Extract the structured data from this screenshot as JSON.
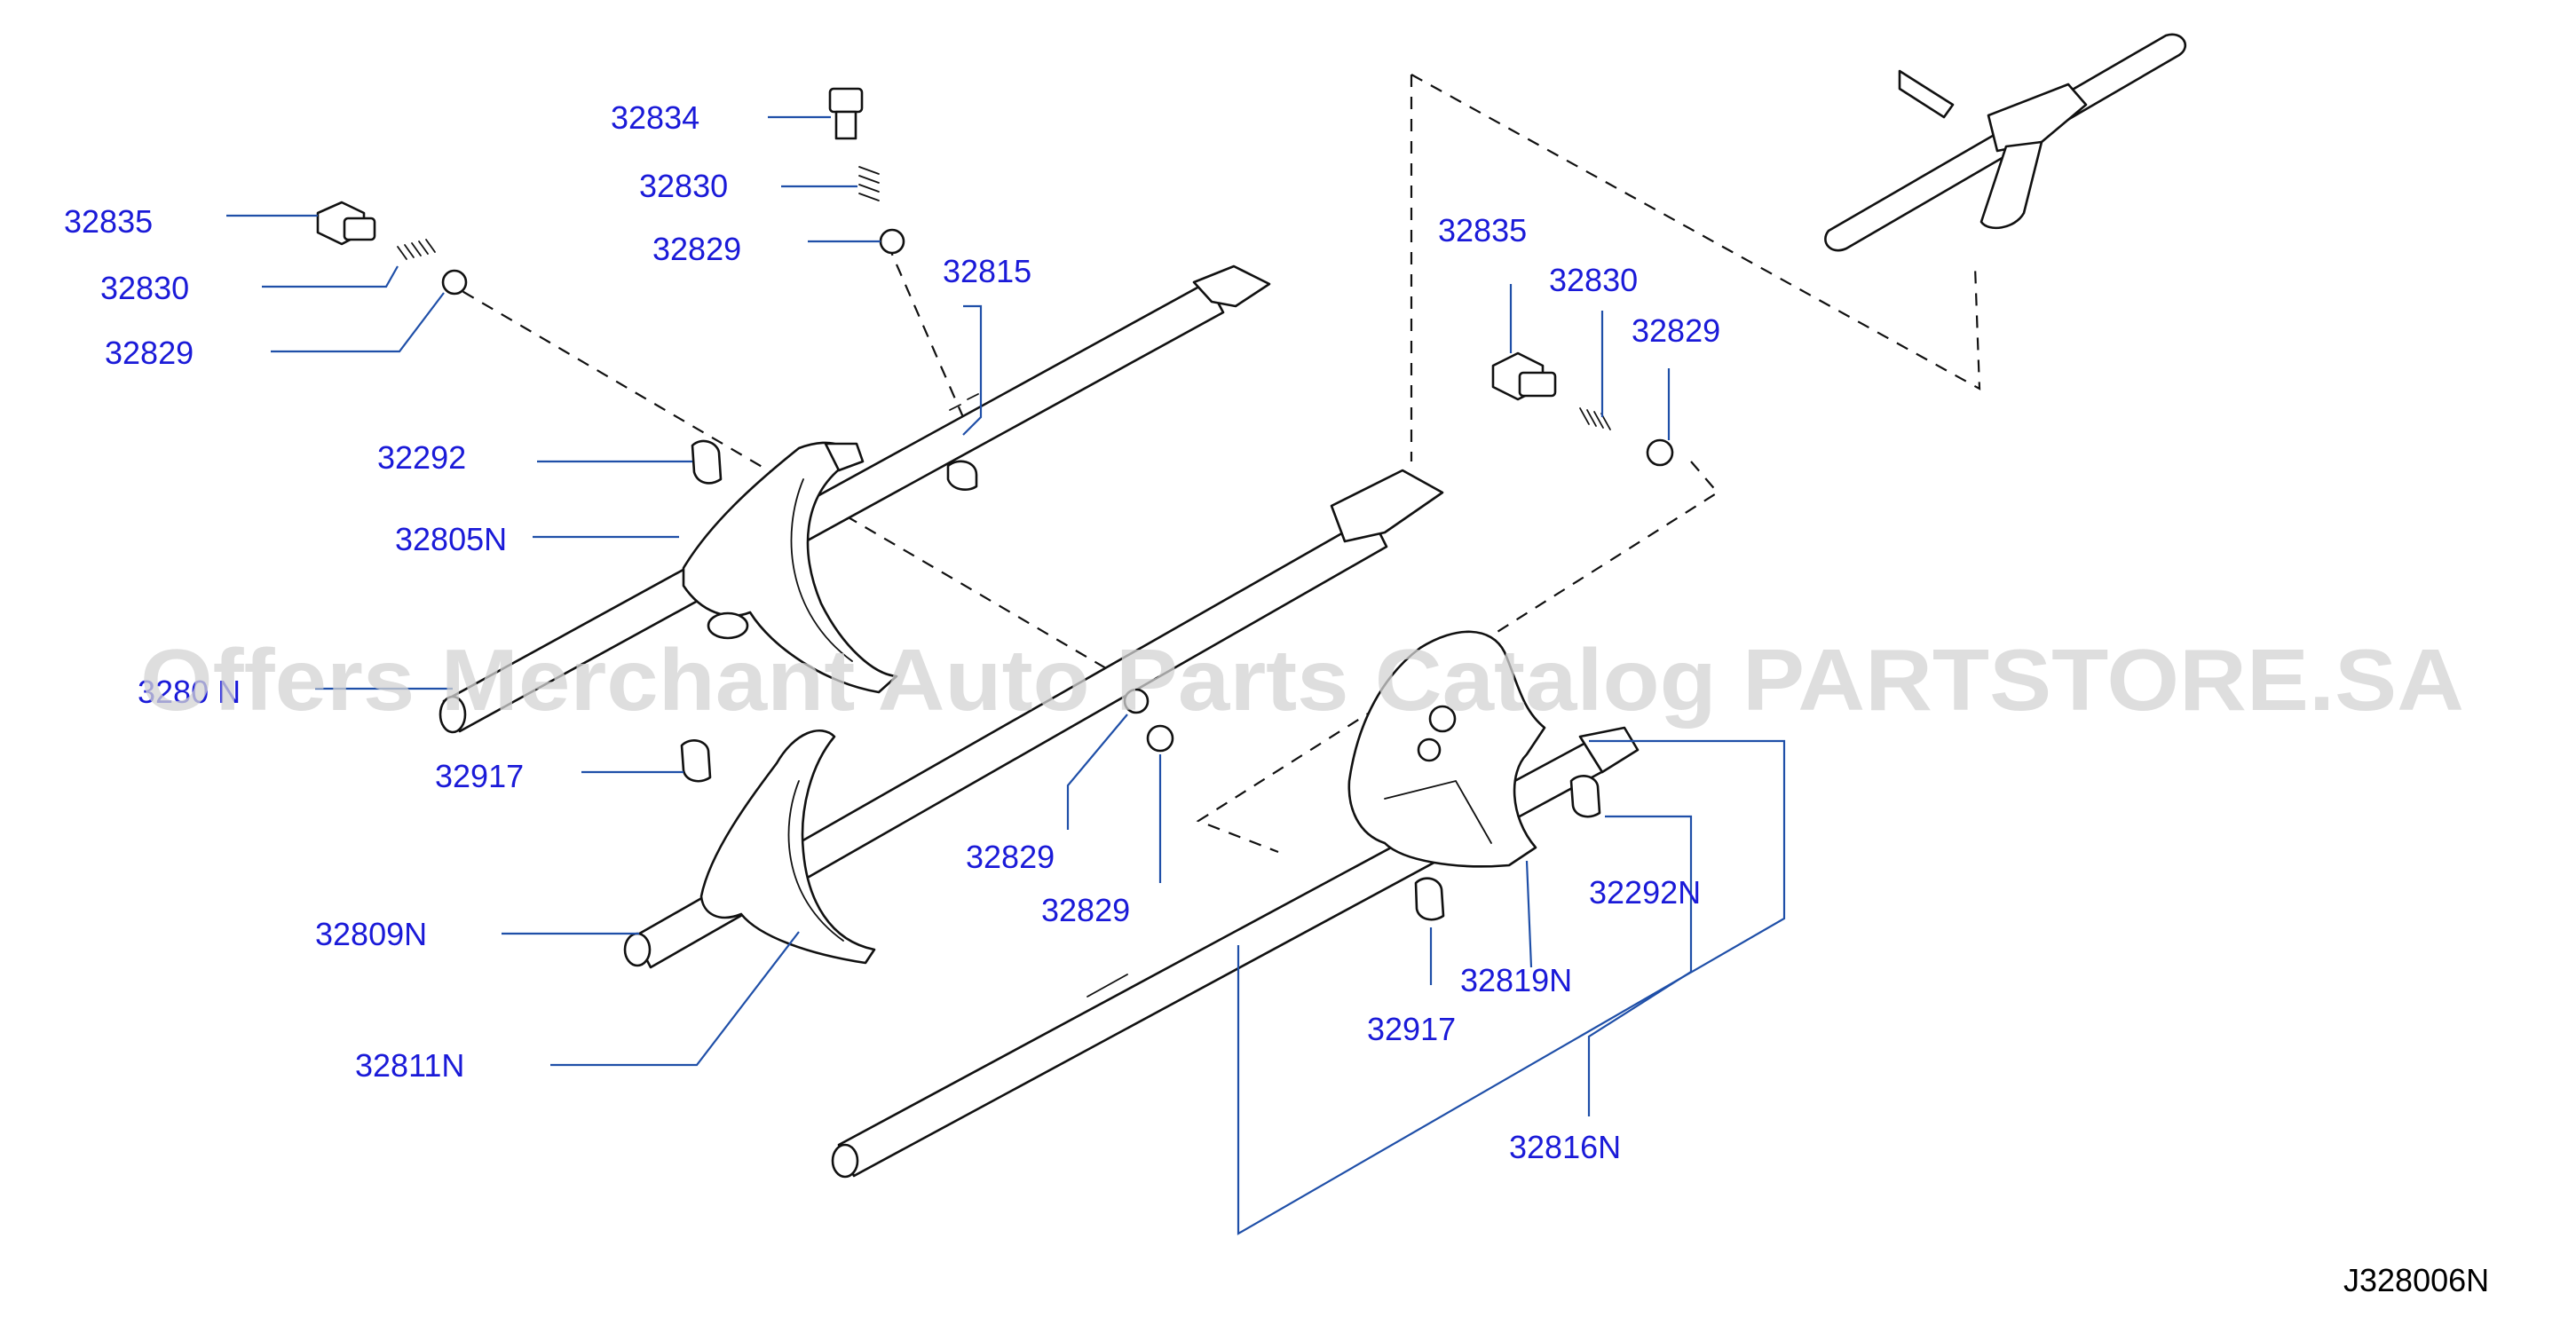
{
  "diagram": {
    "watermark": "Offers Merchant Auto Parts Catalog PARTSTORE.SA",
    "figure_code": "J328006N",
    "callouts": {
      "c32834": "32834",
      "c32830_top": "32830",
      "c32829_top": "32829",
      "c32835_left": "32835",
      "c32830_left": "32830",
      "c32829_left": "32829",
      "c32815": "32815",
      "c32292": "32292",
      "c32805n": "32805N",
      "c3280x": "3280 N",
      "c32917_left": "32917",
      "c32809n": "32809N",
      "c32811n": "32811N",
      "c32829_mid1": "32829",
      "c32829_mid2": "32829",
      "c32835_right": "32835",
      "c32830_right": "32830",
      "c32829_right": "32829",
      "c32292n": "32292N",
      "c32819n": "32819N",
      "c32917_right": "32917",
      "c32816n": "32816N"
    }
  }
}
